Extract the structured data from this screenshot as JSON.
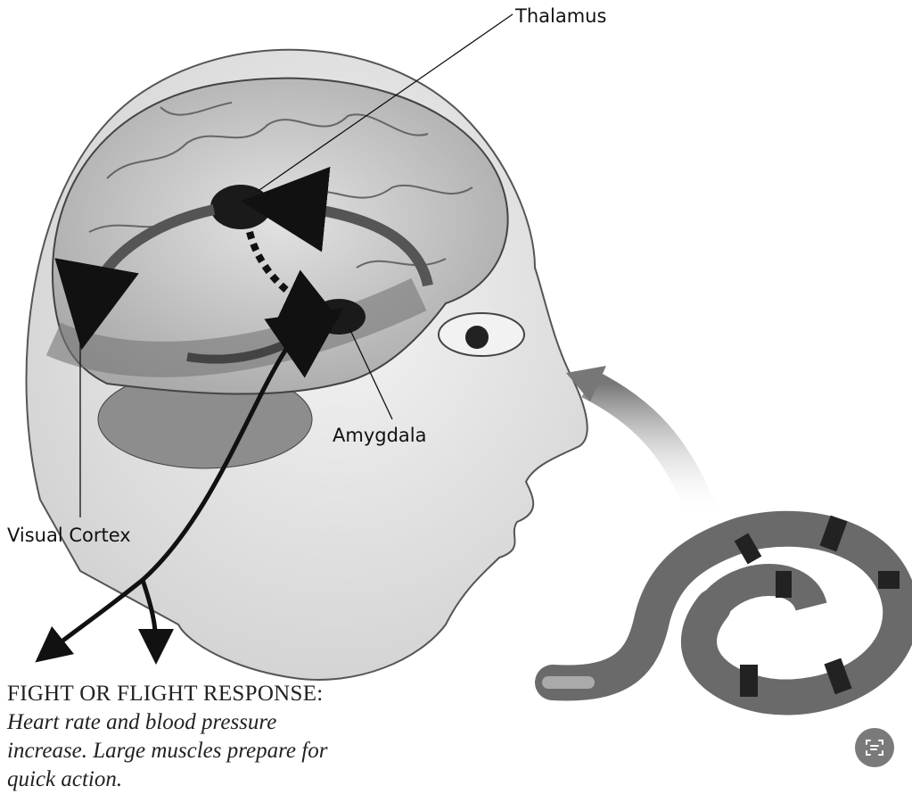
{
  "labels": {
    "thalamus": "Thalamus",
    "amygdala": "Amygdala",
    "visual_cortex": "Visual Cortex"
  },
  "caption": {
    "heading": "FIGHT OR FLIGHT RESPONSE:",
    "body": "Heart rate and blood pressure increase. Large muscles prepare for quick action."
  },
  "icons": {
    "lens_button": "scan-text-icon"
  },
  "colors": {
    "ink": "#111111",
    "skin": "#e4e4e4",
    "brain": "#c9c9c9",
    "snake": "#6a6a6a",
    "button": "#7a7a7a"
  }
}
